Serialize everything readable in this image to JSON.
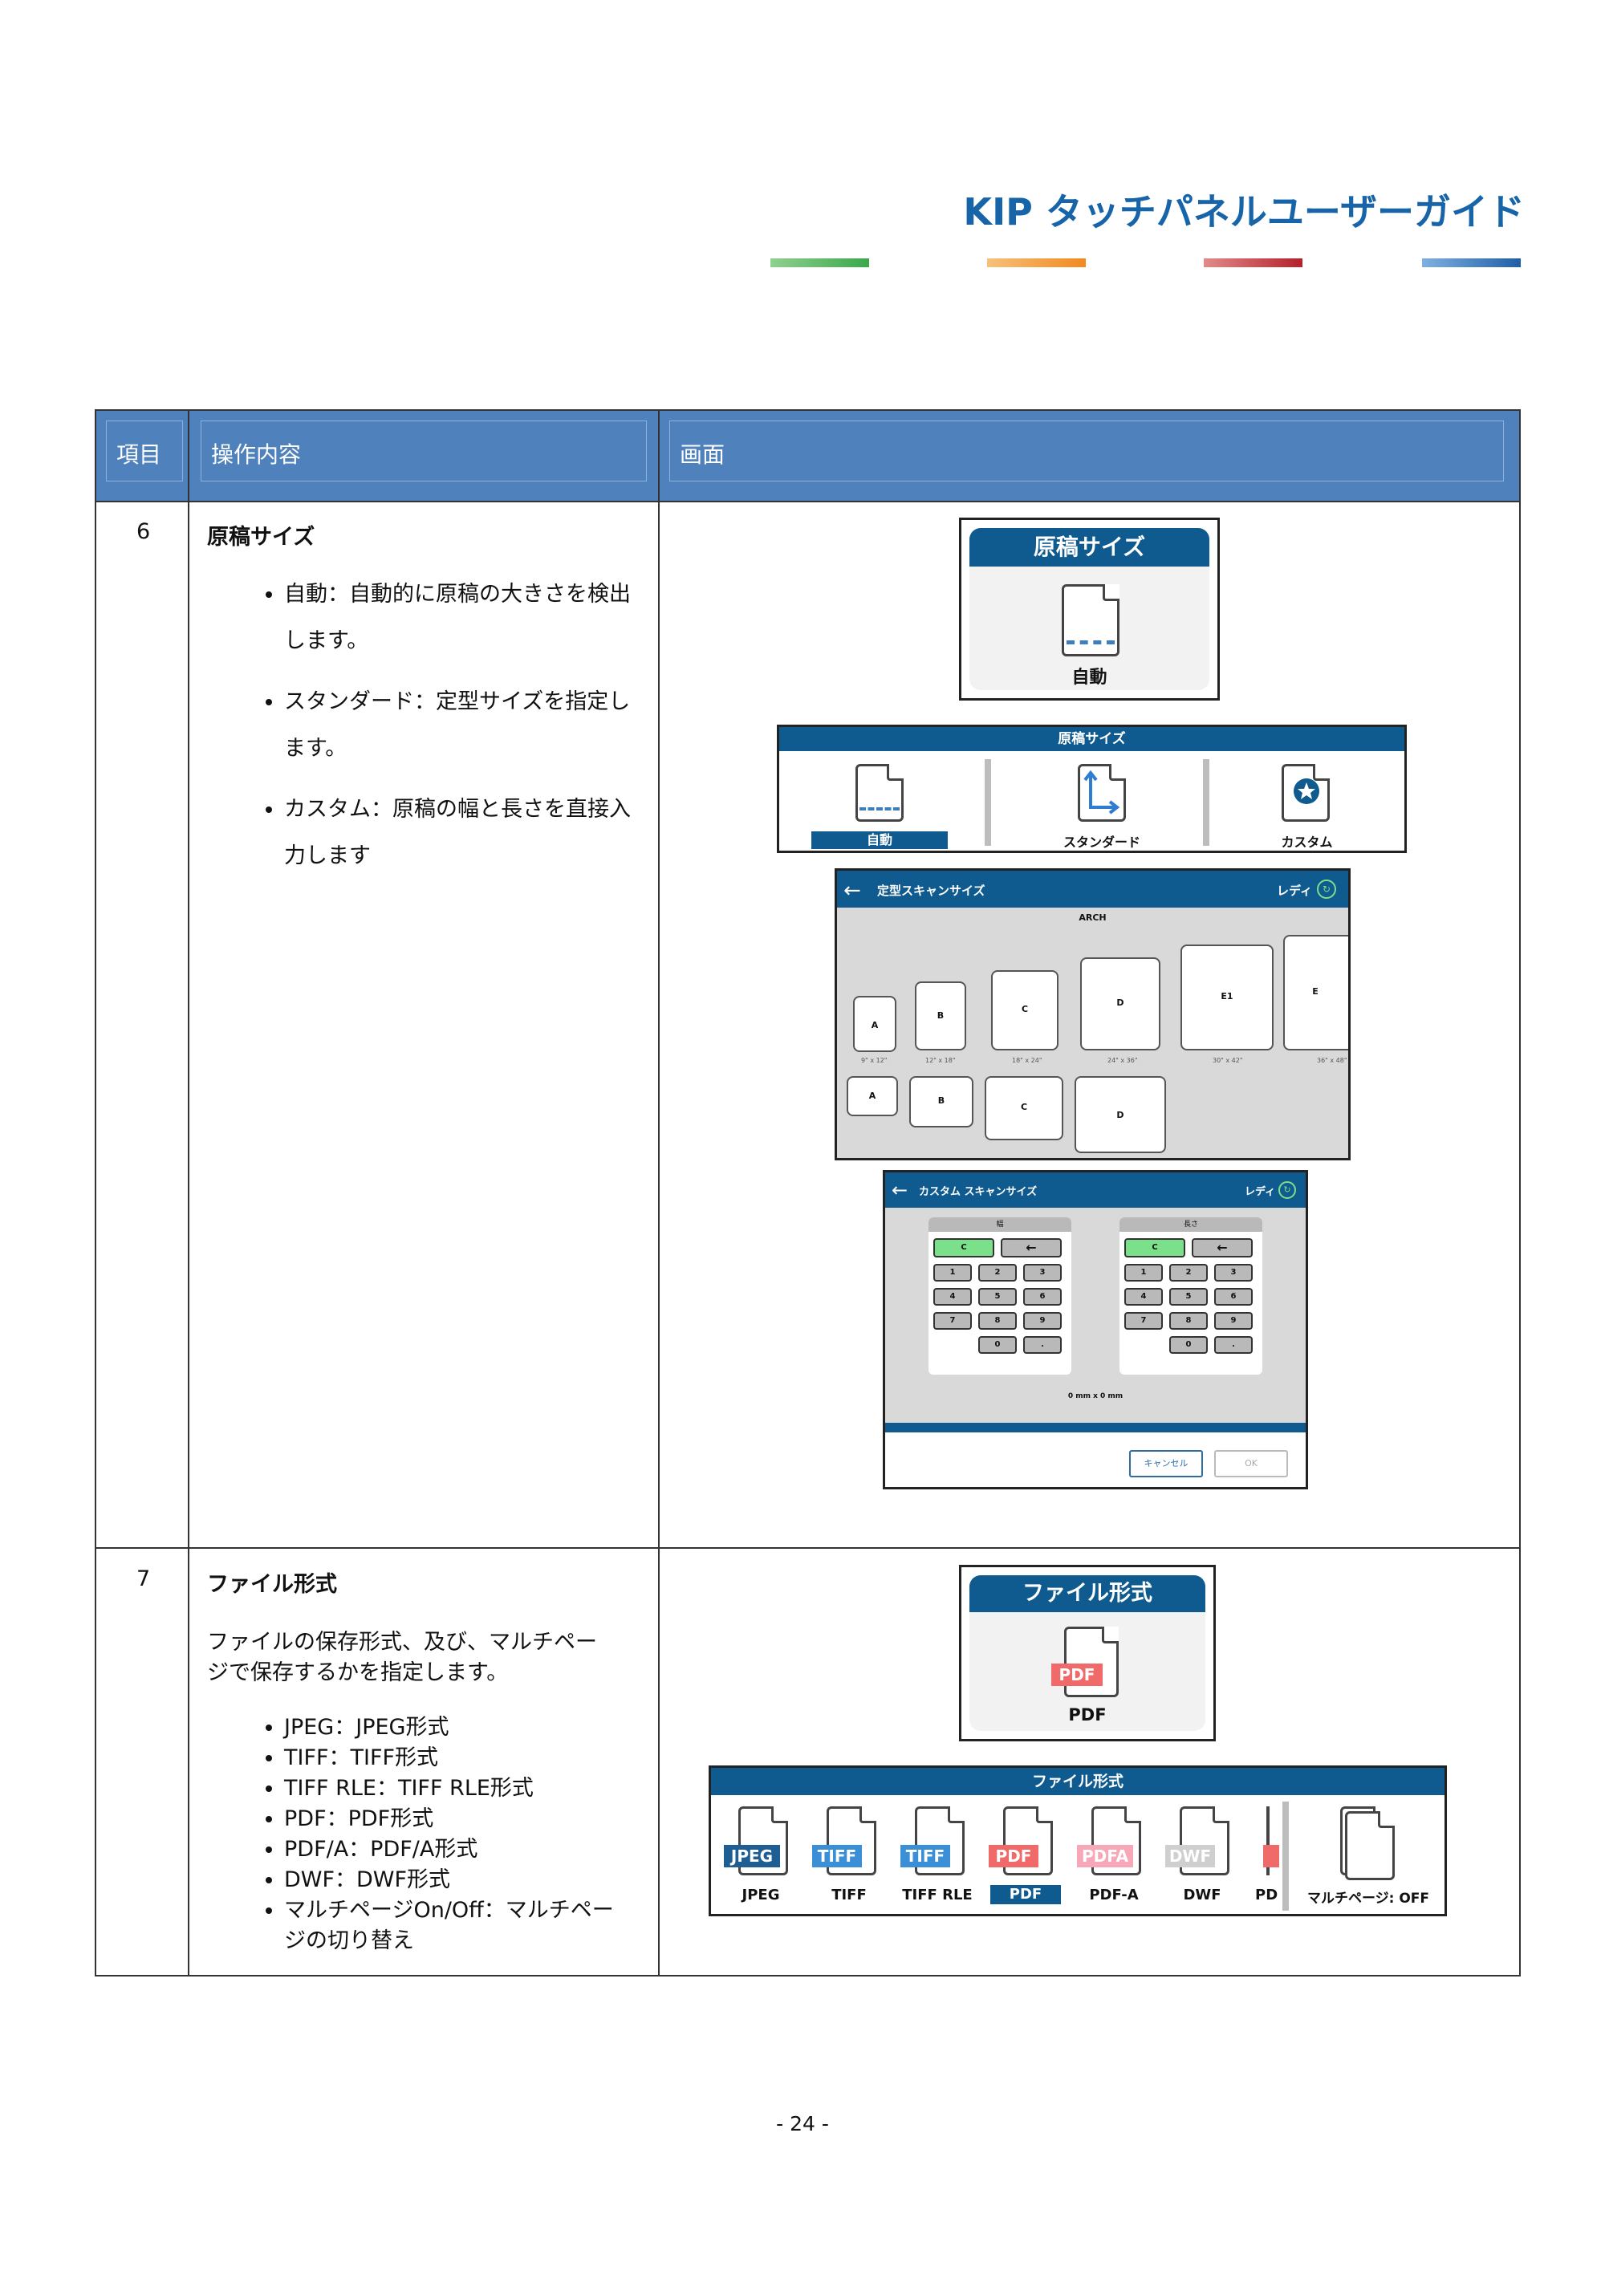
{
  "header": {
    "title": "KIP タッチパネルユーザーガイド",
    "accent_colors": [
      "#5cb85c",
      "#f0a030",
      "#c0393b",
      "#2e75b6"
    ]
  },
  "table": {
    "headers": {
      "item": "項目",
      "operation": "操作内容",
      "screen": "画面"
    },
    "rows": [
      {
        "number": "6",
        "title": "原稿サイズ",
        "bullets": [
          "自動：自動的に原稿の大きさを検出します。",
          "スタンダード：定型サイズを指定します。",
          "カスタム：原稿の幅と長さを直接入力します"
        ],
        "screens": {
          "tile": {
            "title": "原稿サイズ",
            "label": "自動"
          },
          "strip": {
            "title": "原稿サイズ",
            "options": [
              "自動",
              "スタンダード",
              "カスタム"
            ],
            "selected": "自動"
          },
          "standard": {
            "title": "定型スキャンサイズ",
            "status": "レディ",
            "group": "ARCH",
            "row1": [
              {
                "label": "A",
                "dim": "9\" x 12\""
              },
              {
                "label": "B",
                "dim": "12\" x 18\""
              },
              {
                "label": "C",
                "dim": "18\" x 24\""
              },
              {
                "label": "D",
                "dim": "24\" x 36\""
              },
              {
                "label": "E1",
                "dim": "30\" x 42\""
              },
              {
                "label": "E",
                "dim": "36\" x 48\""
              }
            ],
            "row2": [
              "A",
              "B",
              "C",
              "D"
            ]
          },
          "custom": {
            "title": "カスタム スキャンサイズ",
            "status": "レディ",
            "width_label": "幅",
            "length_label": "長さ",
            "keys": [
              "C",
              "←",
              "1",
              "2",
              "3",
              "4",
              "5",
              "6",
              "7",
              "8",
              "9",
              "0",
              "."
            ],
            "readout": "0 mm x 0 mm",
            "cancel": "キャンセル",
            "ok": "OK"
          }
        }
      },
      {
        "number": "7",
        "title": "ファイル形式",
        "description": "ファイルの保存形式、及び、マルチページで保存するかを指定します。",
        "bullets": [
          "JPEG：JPEG形式",
          "TIFF：TIFF形式",
          "TIFF RLE：TIFF RLE形式",
          "PDF：PDF形式",
          "PDF/A：PDF/A形式",
          "DWF：DWF形式",
          "マルチページOn/Off：マルチページの切り替え"
        ],
        "screens": {
          "tile": {
            "title": "ファイル形式",
            "badge": "PDF",
            "label": "PDF"
          },
          "strip": {
            "title": "ファイル形式",
            "formats": [
              {
                "badge": "JPEG",
                "label": "JPEG",
                "color": "#1f5e93"
              },
              {
                "badge": "TIFF",
                "label": "TIFF",
                "color": "#3a8fd6"
              },
              {
                "badge": "TIFF",
                "label": "TIFF RLE",
                "color": "#3a8fd6"
              },
              {
                "badge": "PDF",
                "label": "PDF",
                "color": "#f06a6a"
              },
              {
                "badge": "PDFA",
                "label": "PDF-A",
                "color": "#f7a8b8"
              },
              {
                "badge": "DWF",
                "label": "DWF",
                "color": "#cfcfcf"
              },
              {
                "badge": "",
                "label": "PD",
                "color": "#f06a6a"
              }
            ],
            "selected": "PDF",
            "multipage": "マルチページ: OFF"
          }
        }
      }
    ]
  },
  "footer": {
    "page_number": "- 24 -"
  }
}
